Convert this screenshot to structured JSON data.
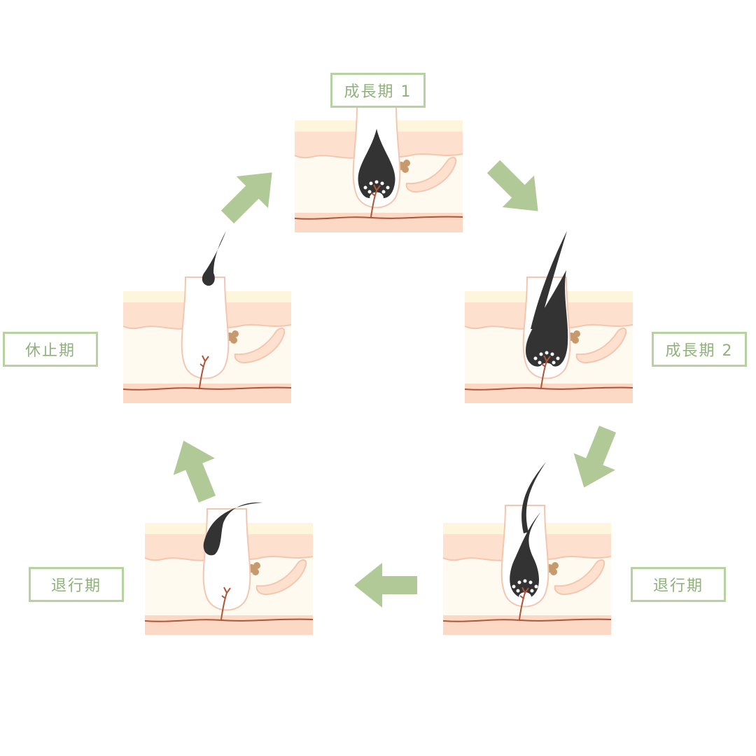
{
  "labels": {
    "growth1": "成長期 1",
    "growth2": "成長期 2",
    "catagen_right": "退行期",
    "catagen_left": "退行期",
    "telogen": "休止期"
  },
  "colors": {
    "skin_top": "#fdf6dc",
    "skin_band": "#fde0cd",
    "dermis": "#fefaf0",
    "bottom_band": "#fcd9c5",
    "vessel": "#b0543a",
    "hair": "#333333",
    "arrow": "#b0c997",
    "label_border": "#b7d1a1",
    "label_text": "#8fb27a",
    "sebaceous": "#c79a6e"
  },
  "icons": {
    "arrows": [
      "arrow-down-right-icon",
      "arrow-down-left-icon",
      "arrow-left-icon",
      "arrow-up-left-icon",
      "arrow-up-right-icon"
    ]
  }
}
